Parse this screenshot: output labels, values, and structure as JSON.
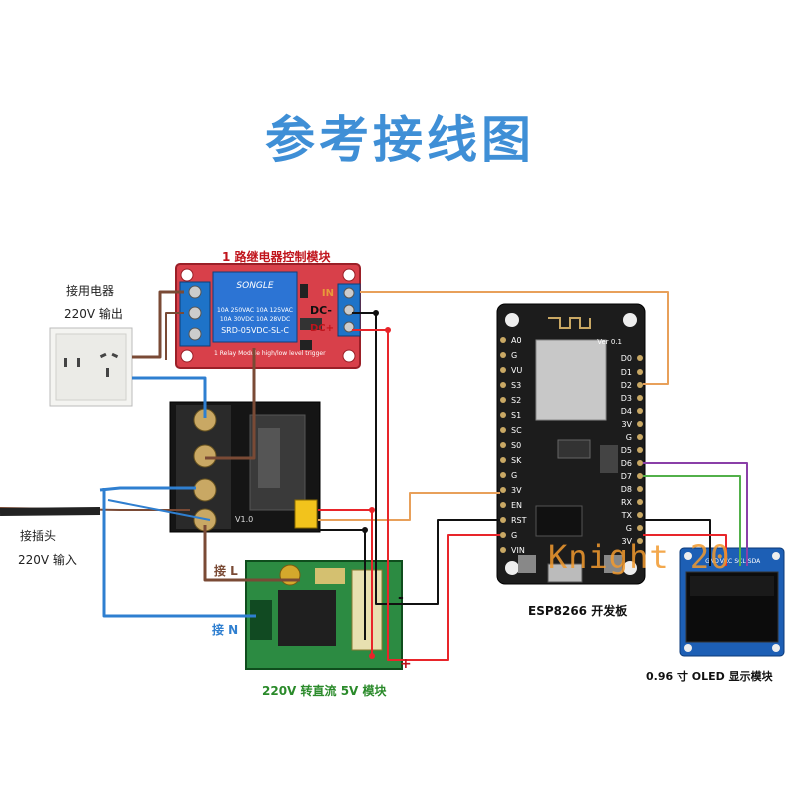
{
  "title": "参考接线图",
  "labels": {
    "relay_title": "1 路继电器控制模块",
    "appliance_line1": "接用电器",
    "appliance_line2": "220V 输出",
    "plug_line1": "接插头",
    "plug_line2": "220V 输入",
    "connect_l": "接 L",
    "connect_n": "接 N",
    "psu_caption": "220V 转直流 5V 模块",
    "esp_caption": "ESP8266 开发板",
    "oled_caption": "0.96 寸 OLED 显示模块",
    "dc_minus_sign": "-",
    "dc_plus_sign": "+"
  },
  "relay_module": {
    "signal_pins": [
      "IN",
      "DC-",
      "DC+"
    ],
    "brand": "SONGLE",
    "ratings": [
      "10A 250VAC  10A 125VAC",
      "10A 30VDC  10A 28VDC"
    ],
    "model": "SRD-05VDC-SL-C",
    "silk_bottom": "1 Relay  Module  high/low level trigger"
  },
  "esp_board": {
    "left_pins": [
      "A0",
      "G",
      "VU",
      "S3",
      "S2",
      "S1",
      "SC",
      "S0",
      "SK",
      "G",
      "3V",
      "EN",
      "RST",
      "G",
      "VIN"
    ],
    "right_pins": [
      "D0",
      "D1",
      "D2",
      "D3",
      "D4",
      "3V",
      "G",
      "D5",
      "D6",
      "D7",
      "D8",
      "RX",
      "TX",
      "G",
      "3V"
    ],
    "version": "Ver 0.1"
  },
  "oled": {
    "pins": [
      "GND",
      "VCC",
      "SCL",
      "SDA"
    ]
  },
  "wire_colors": {
    "brown": "#7a4a35",
    "blue": "#2f7fd0",
    "orange": "#e8a05a",
    "red": "#e8252a",
    "black": "#111111",
    "purple": "#8a3fa8",
    "green": "#52b04a"
  },
  "watermark": "Knight 20"
}
